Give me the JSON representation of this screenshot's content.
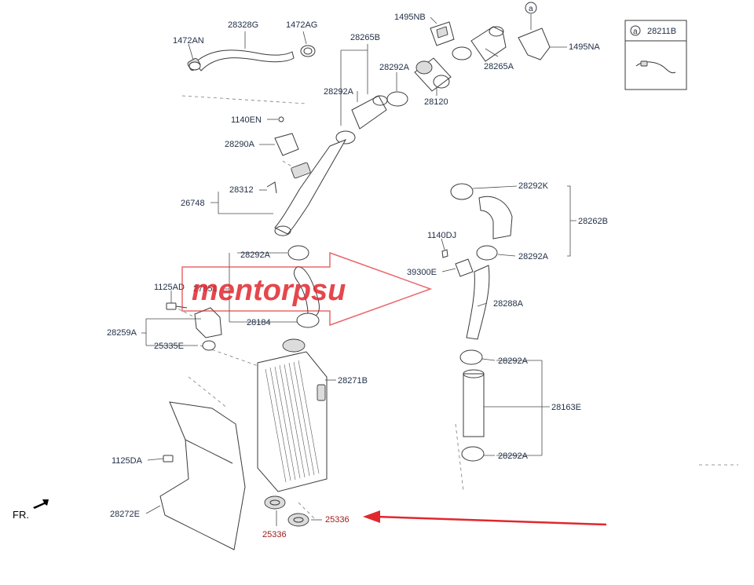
{
  "diagram": {
    "labels": {
      "p28328G": "28328G",
      "p1472AG": "1472AG",
      "p1472AN": "1472AN",
      "p1495NB": "1495NB",
      "p28265B": "28265B",
      "p28292A_top": "28292A",
      "p1495NA": "1495NA",
      "p28265A": "28265A",
      "p28292A_left": "28292A",
      "p28120": "28120",
      "p1140EN": "1140EN",
      "p28290A": "28290A",
      "p28312": "28312",
      "p26748": "26748",
      "p28292K": "28292K",
      "p28262B": "28262B",
      "p1140DJ": "1140DJ",
      "p28292A_r1": "28292A",
      "p39300E": "39300E",
      "p28288A": "28288A",
      "p28292A_mid": "28292A",
      "p1125AD": "1125AD",
      "p27851": "27851",
      "p28184": "28184",
      "p28259A": "28259A",
      "p25335E": "25335E",
      "p28271B": "28271B",
      "p28292A_r2": "28292A",
      "p28163E": "28163E",
      "p28292A_r3": "28292A",
      "p1125DA": "1125DA",
      "p28272E": "28272E",
      "p25336_a": "25336",
      "p25336_b": "25336",
      "p28211B": "28211B"
    },
    "ref_marker": "a",
    "direction_label": "FR.",
    "watermark": "mentorpsu",
    "colors": {
      "label": "#1f2d44",
      "highlight_label": "#a11a1a",
      "arrow": "#e0282e",
      "watermark": "#e0282e"
    }
  }
}
